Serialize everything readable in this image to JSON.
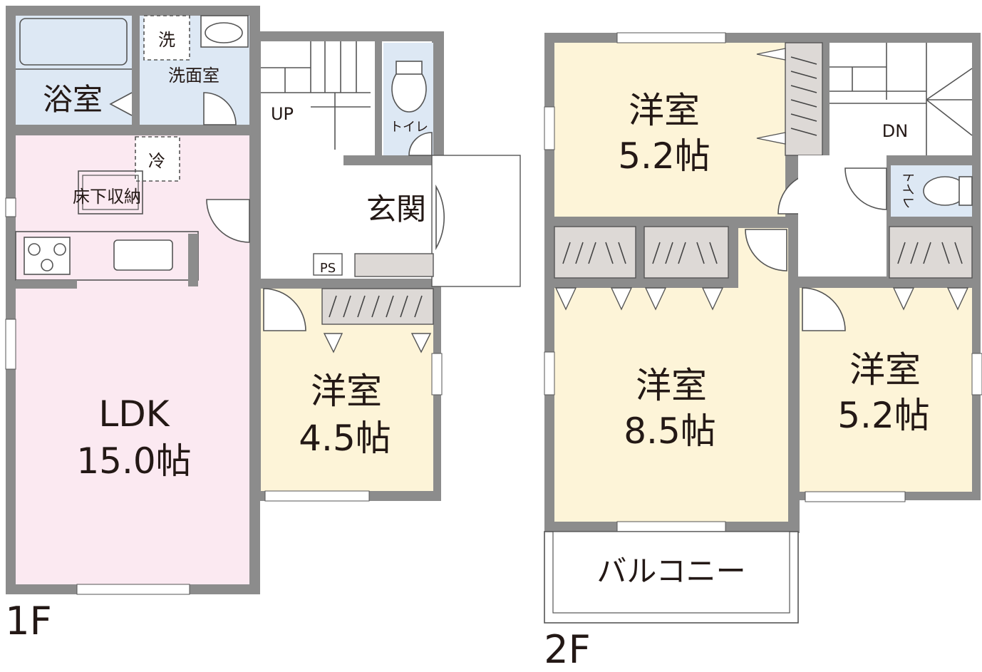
{
  "floors": {
    "first": {
      "label": "1F",
      "rooms": {
        "bath": "浴室",
        "washroom": "洗面室",
        "washer": "洗",
        "ldk_name": "LDK",
        "ldk_size": "15.0帖",
        "fridge": "冷",
        "underfloor_storage": "床下収納",
        "western_name": "洋室",
        "western_size": "4.5帖",
        "entrance": "玄関",
        "toilet": "トイレ",
        "pipe_space": "PS",
        "stair_up": "UP"
      }
    },
    "second": {
      "label": "2F",
      "rooms": {
        "western_a_name": "洋室",
        "western_a_size": "5.2帖",
        "western_b_name": "洋室",
        "western_b_size": "8.5帖",
        "western_c_name": "洋室",
        "western_c_size": "5.2帖",
        "toilet": "トイレ",
        "stair_down": "DN",
        "balcony": "バルコニー"
      }
    }
  },
  "colors": {
    "wall": "#8c8c8c",
    "bath_blue": "#dde8f4",
    "ldk_pink": "#fbe9f1",
    "western_cream": "#fdf4d8",
    "storage_grey": "#ddd9d6",
    "text": "#231815"
  }
}
